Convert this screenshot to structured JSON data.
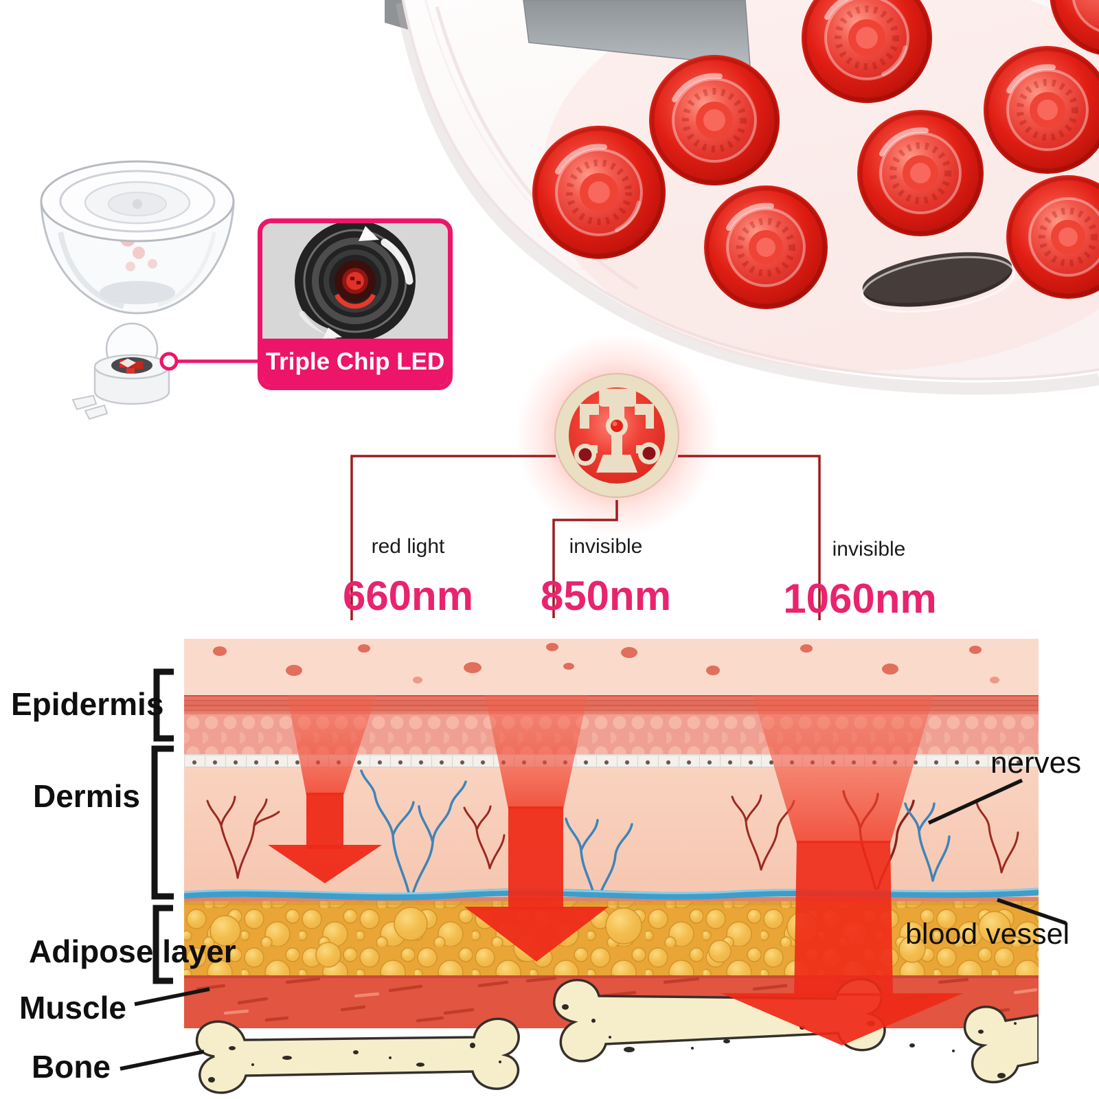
{
  "callout": {
    "label": "Triple Chip LED"
  },
  "wavelengths": [
    {
      "type_label": "red light",
      "value": "660nm"
    },
    {
      "type_label": "invisible",
      "value": "850nm"
    },
    {
      "type_label": "invisible",
      "value": "1060nm"
    }
  ],
  "skin": {
    "layer_labels": [
      "Epidermis",
      "Dermis",
      "Adipose layer",
      "Muscle",
      "Bone"
    ],
    "annotations": {
      "nerves": "nerves",
      "blood_vessel": "blood vessel"
    }
  },
  "colors": {
    "accent_pink": "#ec1569",
    "number_pink": "#e8246f",
    "arrow_red": "#ee2a18",
    "led_red": "#e02018",
    "vessel_blue": "#3e9ec9",
    "adipose_yellow": "#eaa83a",
    "muscle_red": "#e25540",
    "bone_cream": "#f6eecb"
  }
}
